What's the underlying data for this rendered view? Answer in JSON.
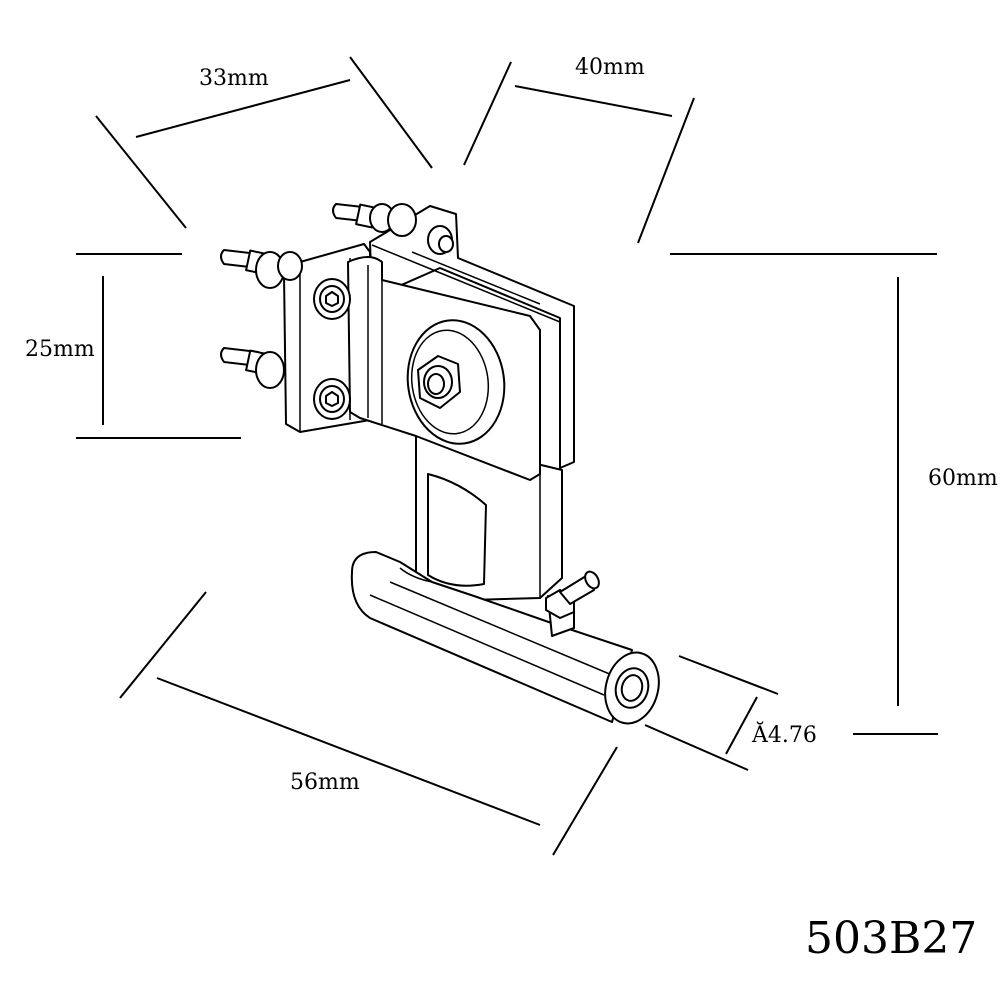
{
  "drawing": {
    "dimensions": {
      "top_width": "33mm",
      "top_depth": "40mm",
      "left_height": "25mm",
      "right_height": "60mm",
      "bottom_length": "56mm",
      "bore_diameter": "Ă4.76"
    },
    "part_code": "503B27"
  }
}
